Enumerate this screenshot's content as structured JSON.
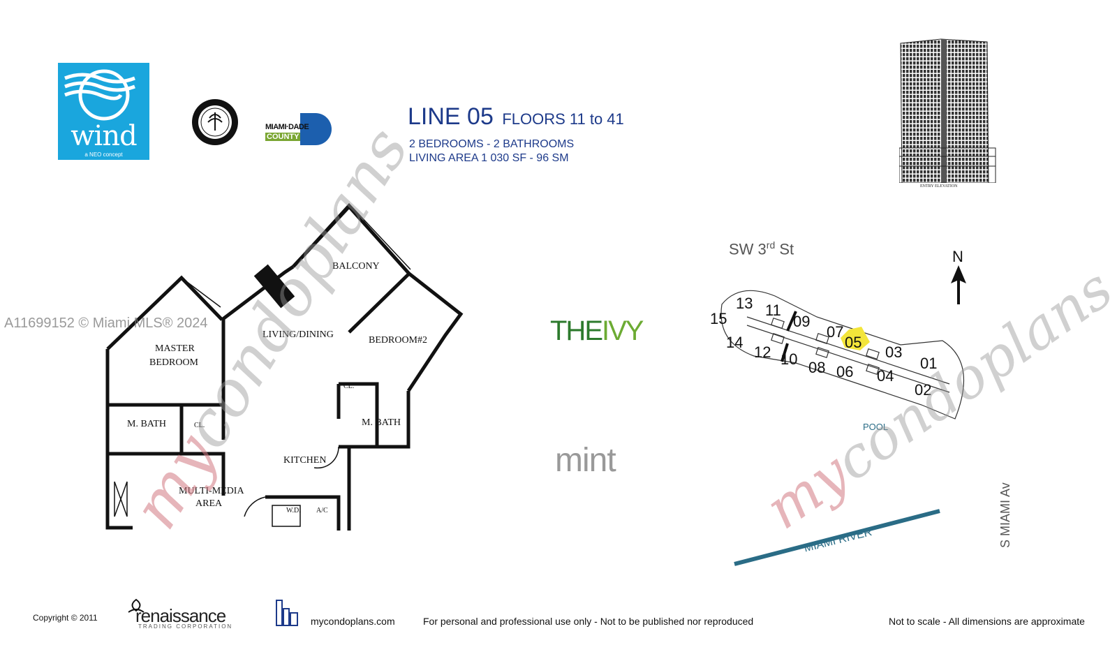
{
  "logos": {
    "wind": {
      "word": "wind",
      "tagline": "a NEO concept"
    },
    "miami_dade": {
      "line1": "MIAMI·DADE",
      "line2": "COUNTY"
    },
    "ivy": {
      "the": "THE",
      "name": "IVY"
    },
    "mint": "mint",
    "renaissance": {
      "name": "renaissance",
      "sub": "TRADING CORPORATION"
    }
  },
  "header": {
    "line": "LINE 05",
    "floors": "FLOORS 11 to 41",
    "rooms": "2 BEDROOMS - 2 BATHROOMS",
    "area": "LIVING AREA   1 030 SF - 96 SM"
  },
  "elevation_caption": "ENTRY ELEVATION",
  "floorplan": {
    "balcony": "BALCONY",
    "living_dining": "LIVING/DINING",
    "bedroom2": "BEDROOM#2",
    "master_bedroom_1": "MASTER",
    "master_bedroom_2": "BEDROOM",
    "m_bath_left": "M. BATH",
    "closet_left": "CL.",
    "closet_right": "CL.",
    "m_bath_right": "M. BATH",
    "kitchen": "KITCHEN",
    "multimedia_1": "MULTI-MEDIA",
    "multimedia_2": "AREA",
    "wd": "W.D.",
    "ac": "A/C"
  },
  "sitemap": {
    "street": "SW 3",
    "street_sup": "rd",
    "street_suffix": " St",
    "north": "N",
    "pool": "POOL",
    "river": "MIAMI RIVER",
    "avenue": "S MIAMI Av",
    "highlight_color": "#f3e53a",
    "units": [
      "13",
      "11",
      "15",
      "09",
      "07",
      "05",
      "14",
      "12",
      "10",
      "08",
      "06",
      "03",
      "01",
      "04",
      "02"
    ]
  },
  "watermark": {
    "my": "my",
    "rest": "condoplans"
  },
  "mls": "A11699152 © Miami MLS® 2024",
  "footer": {
    "copyright": "Copyright  ©   2011",
    "site": "mycondoplans.com",
    "usage": "For personal and professional use only - Not to be published nor reproduced",
    "scale": "Not to scale - All dimensions are approximate"
  }
}
